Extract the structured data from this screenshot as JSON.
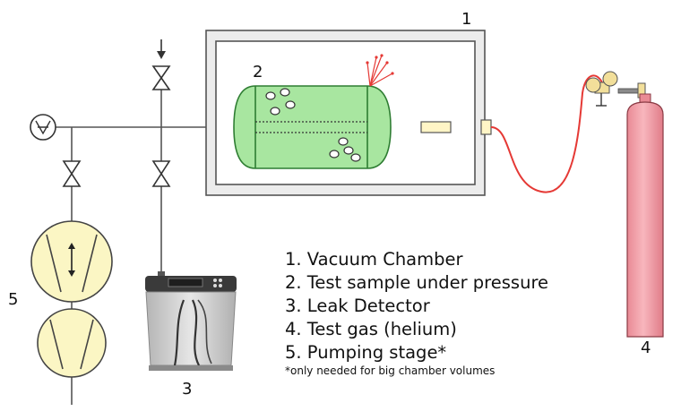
{
  "labels": {
    "chamber": "1",
    "sample": "2",
    "detector": "3",
    "gas": "4",
    "pump": "5"
  },
  "legend": {
    "items": [
      "1. Vacuum Chamber",
      "2. Test sample under pressure",
      "3. Leak Detector",
      "4. Test gas (helium)",
      "5. Pumping stage*"
    ],
    "note": "*only needed for big chamber volumes"
  },
  "colors": {
    "sample_fill": "#a8e6a0",
    "sample_stroke": "#2e7d32",
    "cylinder": "#f4a0a8",
    "gas_line": "#e53935",
    "pump_fill": "#fbf6c4",
    "fitting": "#fff5c6",
    "regulator": "#f2df9a",
    "detector": "#c8c8c8",
    "leak_arrows": "#e53935"
  },
  "icons": {
    "gauge": "vacuum-gauge-icon",
    "valve": "bowtie-valve-icon",
    "pump": "pump-icon"
  }
}
